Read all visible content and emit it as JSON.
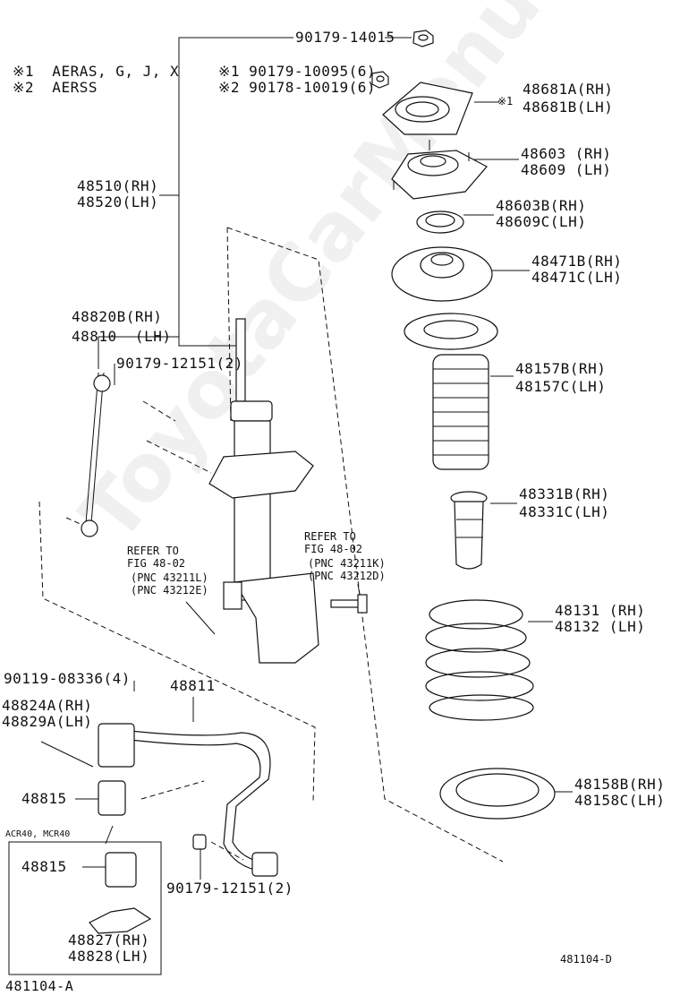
{
  "notes": {
    "note1": "※1  AERAS, G, J, X",
    "note2": "※2  AERSS"
  },
  "labels": {
    "p90179_14015": "90179-14015",
    "p90179_10095": "※1 90179-10095(6)",
    "p90178_10019": "※2 90178-10019(6)",
    "p48681a": "48681A(RH)",
    "p48681b": "48681B(LH)",
    "mark1": "※1",
    "p48603": "48603 (RH)",
    "p48609": "48609 (LH)",
    "p48603b": "48603B(RH)",
    "p48609c": "48609C(LH)",
    "p48471b": "48471B(RH)",
    "p48471c": "48471C(LH)",
    "p48510": "48510(RH)",
    "p48520": "48520(LH)",
    "p48820b": "48820B(RH)",
    "p48810": "48810  (LH)",
    "p90179_12151a": "90179-12151(2)",
    "p48157b": "48157B(RH)",
    "p48157c": "48157C(LH)",
    "p48331b": "48331B(RH)",
    "p48331c": "48331C(LH)",
    "refer_left_1": "REFER TO",
    "refer_left_2": "FIG 48-02",
    "refer_left_3": "(PNC 43211L)",
    "refer_left_4": "(PNC 43212E)",
    "refer_right_1": "REFER TO",
    "refer_right_2": "FIG 48-02",
    "refer_right_3": "(PNC 43211K)",
    "refer_right_4": "(PNC 43212D)",
    "p48131": "48131 (RH)",
    "p48132": "48132 (LH)",
    "p90119_08336": "90119-08336(4)",
    "p48811": "48811",
    "p48824a": "48824A(RH)",
    "p48829a": "48829A(LH)",
    "p48815a": "48815",
    "p48158b": "48158B(RH)",
    "p48158c": "48158C(LH)",
    "acr_note": "ACR40, MCR40",
    "p48815b": "48815",
    "p90179_12151b": "90179-12151(2)",
    "p48827": "48827(RH)",
    "p48828": "48828(LH)",
    "fig_code_right": "481104-D",
    "fig_code_left": "481104-A"
  },
  "watermark": "ToyotaCarMenu",
  "colors": {
    "ink": "#111111",
    "background": "#ffffff"
  }
}
